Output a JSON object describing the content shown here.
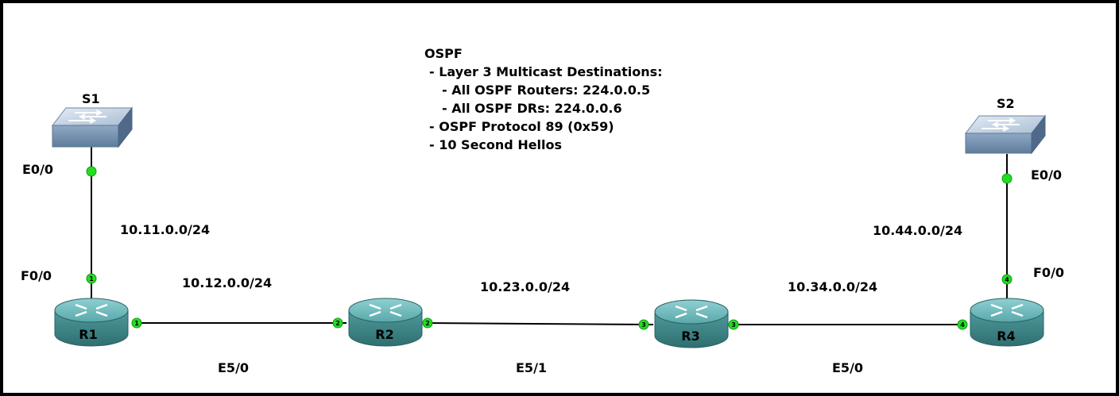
{
  "colors": {
    "link": "#000000",
    "port_dot": "#22dd22",
    "router_body": "#3e8a8c",
    "switch_body": "#7d9ab8"
  },
  "note": {
    "title": "OSPF",
    "lines": [
      "- Layer 3 Multicast Destinations:",
      "- All OSPF Routers: 224.0.0.5",
      "- All OSPF DRs: 224.0.0.6",
      "- OSPF Protocol 89 (0x59)",
      "- 10 Second Hellos"
    ]
  },
  "devices": {
    "s1": "S1",
    "s2": "S2",
    "r1": "R1",
    "r2": "R2",
    "r3": "R3",
    "r4": "R4"
  },
  "interfaces": {
    "s1_e00": "E0/0",
    "r1_f00": "F0/0",
    "s2_e00": "E0/0",
    "r4_f00": "F0/0",
    "link_r1_r2": "E5/0",
    "link_r2_r3": "E5/1",
    "link_r3_r4": "E5/0"
  },
  "subnets": {
    "s1_r1": "10.11.0.0/24",
    "r1_r2": "10.12.0.0/24",
    "r2_r3": "10.23.0.0/24",
    "r3_r4": "10.34.0.0/24",
    "s2_r4": "10.44.0.0/24"
  },
  "port_numbers": {
    "r1": "1",
    "r2": "2",
    "r3": "3",
    "r4": "4"
  }
}
